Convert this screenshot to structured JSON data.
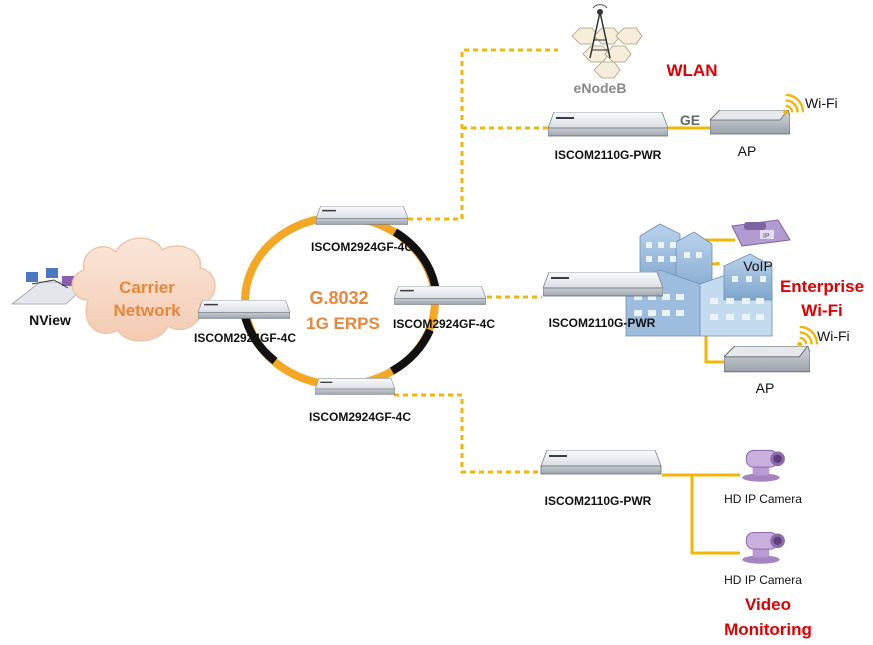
{
  "colors": {
    "ring_orange": "#F5A623",
    "ring_black": "#111111",
    "link_yellow": "#F2B705",
    "red_label": "#E00000",
    "orange_label": "#E8873A",
    "cloud_fill": "#F8DCC9",
    "switch_body": "#E9ECEF"
  },
  "nms": {
    "label": "NView"
  },
  "cloud": {
    "line1": "Carrier",
    "line2": "Network"
  },
  "ring": {
    "line1": "G.8032",
    "line2": "1G  ERPS"
  },
  "ring_switches": {
    "top": "ISCOM2924GF-4C",
    "left": "ISCOM2924GF-4C",
    "right": "ISCOM2924GF-4C",
    "bottom": "ISCOM2924GF-4C"
  },
  "wlan": {
    "title": "WLAN",
    "enodeb_label": "eNodeB",
    "switch_label": "ISCOM2110G-PWR",
    "link_label": "GE",
    "ap_label": "AP",
    "wifi_label": "Wi-Fi"
  },
  "enterprise": {
    "title_line1": "Enterprise",
    "title_line2": "Wi-Fi",
    "switch_label": "ISCOM2110G-PWR",
    "voip_label": "VoIP",
    "ap_label": "AP",
    "wifi_label": "Wi-Fi"
  },
  "video": {
    "title_line1": "Video",
    "title_line2": "Monitoring",
    "switch_label": "ISCOM2110G-PWR",
    "camera1_label": "HD IP Camera",
    "camera2_label": "HD IP Camera"
  },
  "icons": [
    "nms-computers-icon",
    "cloud-icon",
    "enodeb-tower-icon",
    "wifi-icon",
    "switch-icon",
    "ap-icon",
    "building-icon",
    "ip-phone-icon",
    "camera-icon"
  ]
}
